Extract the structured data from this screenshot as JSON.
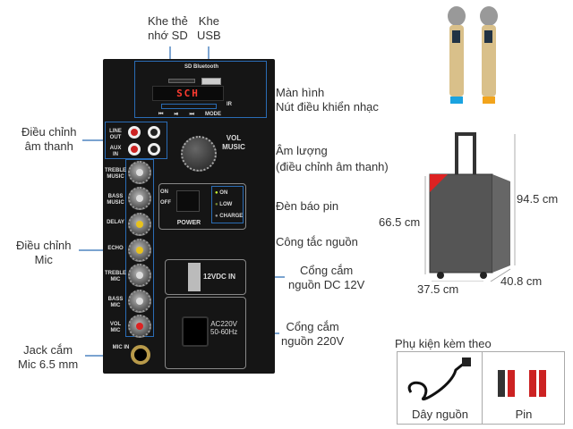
{
  "labels": {
    "sd_slot": [
      "Khe thẻ",
      "nhớ SD"
    ],
    "usb_slot": [
      "Khe",
      "USB"
    ],
    "display": "Màn hình",
    "music_controls": "Nút điều khiển nhạc",
    "sound_adjust": [
      "Điều chỉnh",
      "âm thanh"
    ],
    "volume": [
      "Âm lượng",
      "(điều chỉnh âm thanh)"
    ],
    "battery_led": "Đèn báo pin",
    "power_switch": "Công tắc nguồn",
    "mic_adjust": [
      "Điều chỉnh",
      "Mic"
    ],
    "dc_port": [
      "Cổng cắm",
      "nguồn DC 12V"
    ],
    "ac_port": [
      "Cổng cắm",
      "nguồn 220V"
    ],
    "mic_jack": [
      "Jack cắm",
      "Mic 6.5 mm"
    ]
  },
  "panel": {
    "logos": "SD  Bluetooth",
    "display_text": "SCH",
    "buttons": [
      "⏮",
      "⏯",
      "⏭",
      "MODE"
    ],
    "ir": "IR",
    "line_out": "LINE OUT",
    "aux_in": "AUX IN",
    "vol_music": "VOL MUSIC",
    "knobs": [
      "TREBLE MUSIC",
      "BASS MUSIC",
      "DELAY",
      "ECHO",
      "TREBLE MIC",
      "BASS MIC",
      "VOL MIC"
    ],
    "knob_colors": [
      "#ddd",
      "#ddd",
      "#e8c21c",
      "#e8c21c",
      "#ddd",
      "#ddd",
      "#d22"
    ],
    "mic_in": "MIC IN",
    "on": "ON",
    "off": "OFF",
    "power": "POWER",
    "leds": [
      "ON",
      "LOW",
      "CHARGE"
    ],
    "dc_in": "12VDC IN",
    "ac_in": [
      "AC220V",
      "50-60Hz"
    ]
  },
  "dimensions": {
    "height_total": "94.5 cm",
    "height_body": "66.5 cm",
    "width": "37.5 cm",
    "depth": "40.8 cm"
  },
  "accessories": {
    "title": "Phụ kiện kèm theo",
    "items": [
      "Dây nguồn",
      "Pin"
    ]
  },
  "colors": {
    "leader": "#2a6cb5",
    "panel": "#151515",
    "display": "#ff3b30"
  }
}
